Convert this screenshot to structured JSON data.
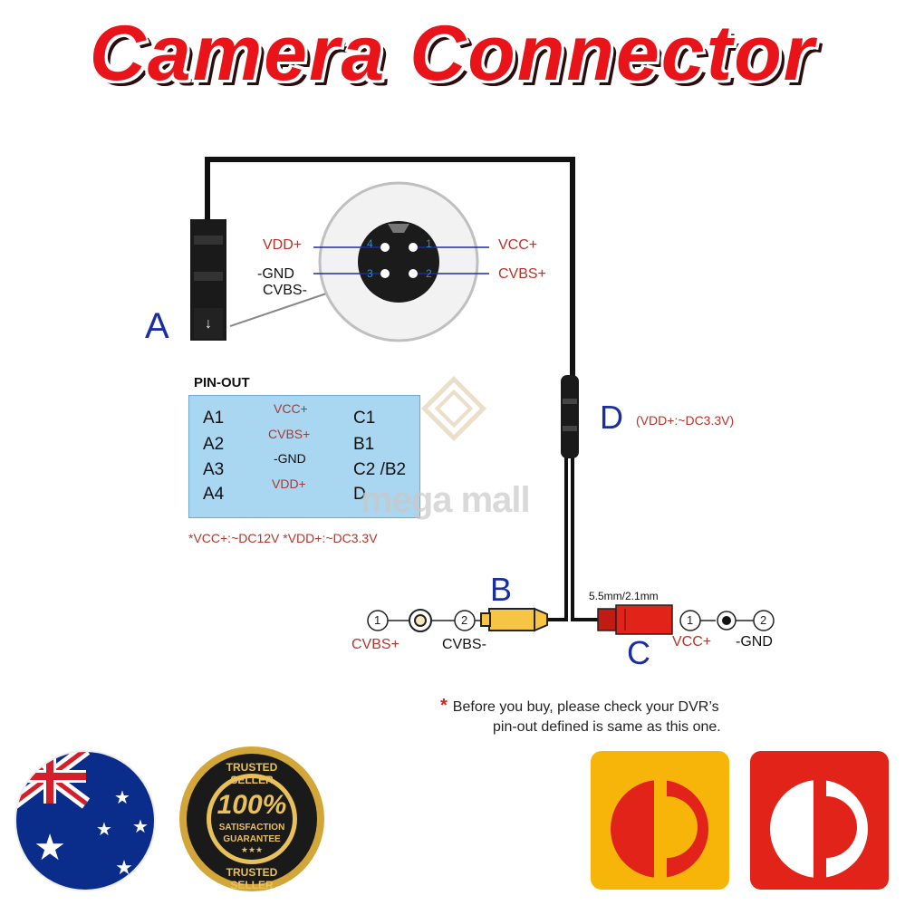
{
  "title": "Camera Connector",
  "colors": {
    "title_red": "#e8141a",
    "label_red": "#b8342b",
    "label_blue": "#1a2ea0",
    "pin_box": "#a9d6f0",
    "rca_yellow": "#f6c544",
    "dc_red": "#e2231a",
    "auspost_yellow": "#f7b50a",
    "auspost_red": "#e2231a"
  },
  "connector_a": {
    "label": "A",
    "pins": [
      {
        "num": "1",
        "name": "VCC+"
      },
      {
        "num": "2",
        "name": "CVBS+"
      },
      {
        "num": "3",
        "name": "-GND"
      },
      {
        "num": "4",
        "name": "VDD+"
      }
    ],
    "extra_label": "CVBS-"
  },
  "pinout": {
    "title": "PIN-OUT",
    "rows": [
      {
        "left": "A1",
        "signal": "VCC+",
        "right": "C1",
        "direction": "left"
      },
      {
        "left": "A2",
        "signal": "CVBS+",
        "right": "B1",
        "direction": "right"
      },
      {
        "left": "A3",
        "signal": "-GND",
        "right": "C2 /B2",
        "direction": "both"
      },
      {
        "left": "A4",
        "signal": "VDD+",
        "right": "D",
        "direction": "left"
      }
    ],
    "note": "*VCC+:~DC12V  *VDD+:~DC3.3V"
  },
  "connector_d": {
    "label": "D",
    "note": "(VDD+:~DC3.3V)"
  },
  "connector_b": {
    "label": "B",
    "pin1_num": "1",
    "pin1_name": "CVBS+",
    "pin2_num": "2",
    "pin2_name": "CVBS-"
  },
  "connector_c": {
    "label": "C",
    "size": "5.5mm/2.1mm",
    "pin1_num": "1",
    "pin1_name": "VCC+",
    "pin2_num": "2",
    "pin2_name": "-GND"
  },
  "watermark": "mega mall",
  "note": {
    "star": "*",
    "line1": "Before you buy, please check your DVR’s",
    "line2": "pin-out defined is same as this one."
  },
  "badges": {
    "flag": "australia-flag",
    "seal": {
      "top": "TRUSTED SELLER",
      "percent": "100%",
      "line1": "SATISFACTION",
      "line2": "GUARANTEE",
      "stars": "★★★",
      "bottom": "TRUSTED SELLER"
    },
    "auspost_icons": [
      "auspost-yellow-icon",
      "auspost-red-icon"
    ]
  }
}
